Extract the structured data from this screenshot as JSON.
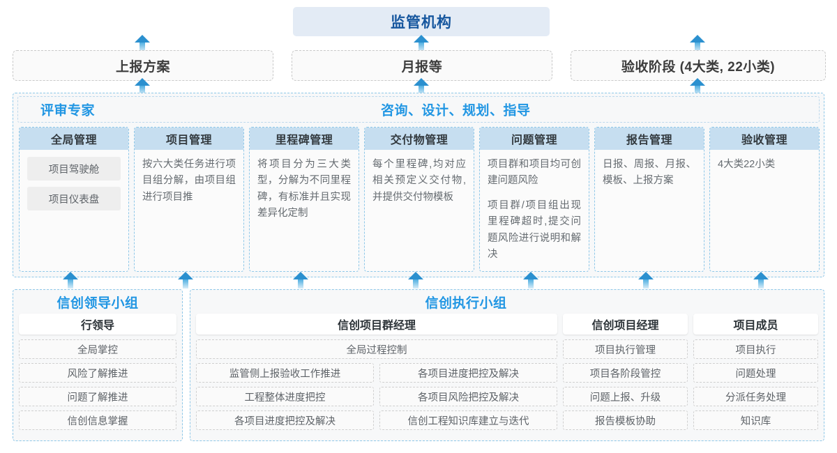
{
  "top": {
    "regulator": "监管机构"
  },
  "reports": [
    {
      "label": "上报方案"
    },
    {
      "label": "月报等"
    },
    {
      "label": "验收阶段 (4大类, 22小类)"
    }
  ],
  "mid_panel": {
    "label_left": "评审专家",
    "label_center": "咨询、设计、规划、指导",
    "columns": [
      {
        "header": "全局管理",
        "pills": [
          "项目驾驶舱",
          "项目仪表盘"
        ],
        "paras": []
      },
      {
        "header": "项目管理",
        "pills": [],
        "paras": [
          "按六大类任务进行项目组分解，由项目组进行项目推"
        ]
      },
      {
        "header": "里程碑管理",
        "pills": [],
        "paras": [
          "将项目分为三大类型，分解为不同里程碑，有标准并且实现差异化定制"
        ]
      },
      {
        "header": "交付物管理",
        "pills": [],
        "paras": [
          "每个里程碑,均对应相关预定义交付物,并提供交付物模板"
        ]
      },
      {
        "header": "问题管理",
        "pills": [],
        "paras": [
          "项目群和项目均可创建问题风险",
          "项目群/项目组出现里程碑超时,提交问题风险进行说明和解决"
        ]
      },
      {
        "header": "报告管理",
        "pills": [],
        "paras": [
          "日报、周报、月报、模板、上报方案"
        ]
      },
      {
        "header": "验收管理",
        "pills": [],
        "paras": [
          "4大类22小类"
        ]
      }
    ]
  },
  "leader_group": {
    "title": "信创领导小组",
    "role": "行领导",
    "items": [
      "全局掌控",
      "风险了解推进",
      "问题了解推进",
      "信创信息掌握"
    ]
  },
  "exec_group": {
    "title": "信创执行小组",
    "program_manager": {
      "role": "信创项目群经理",
      "full_width_item": "全局过程控制",
      "left_items": [
        "监管侧上报验收工作推进",
        "工程整体进度把控",
        "各项目进度把控及解决"
      ],
      "right_items": [
        "各项目进度把控及解决",
        "各项目风险把控及解决",
        "信创工程知识库建立与迭代"
      ]
    },
    "project_manager": {
      "role": "信创项目经理",
      "items": [
        "项目执行管理",
        "项目各阶段管控",
        "问题上报、升级",
        "报告模板协助"
      ]
    },
    "member": {
      "role": "项目成员",
      "items": [
        "项目执行",
        "问题处理",
        "分派任务处理",
        "知识库"
      ]
    }
  },
  "colors": {
    "accent_blue": "#2196e3",
    "title_blue": "#15569e",
    "header_fill": "#c6def0",
    "top_fill": "#e3ebf5",
    "dashed_border": "#8ec7e8"
  }
}
